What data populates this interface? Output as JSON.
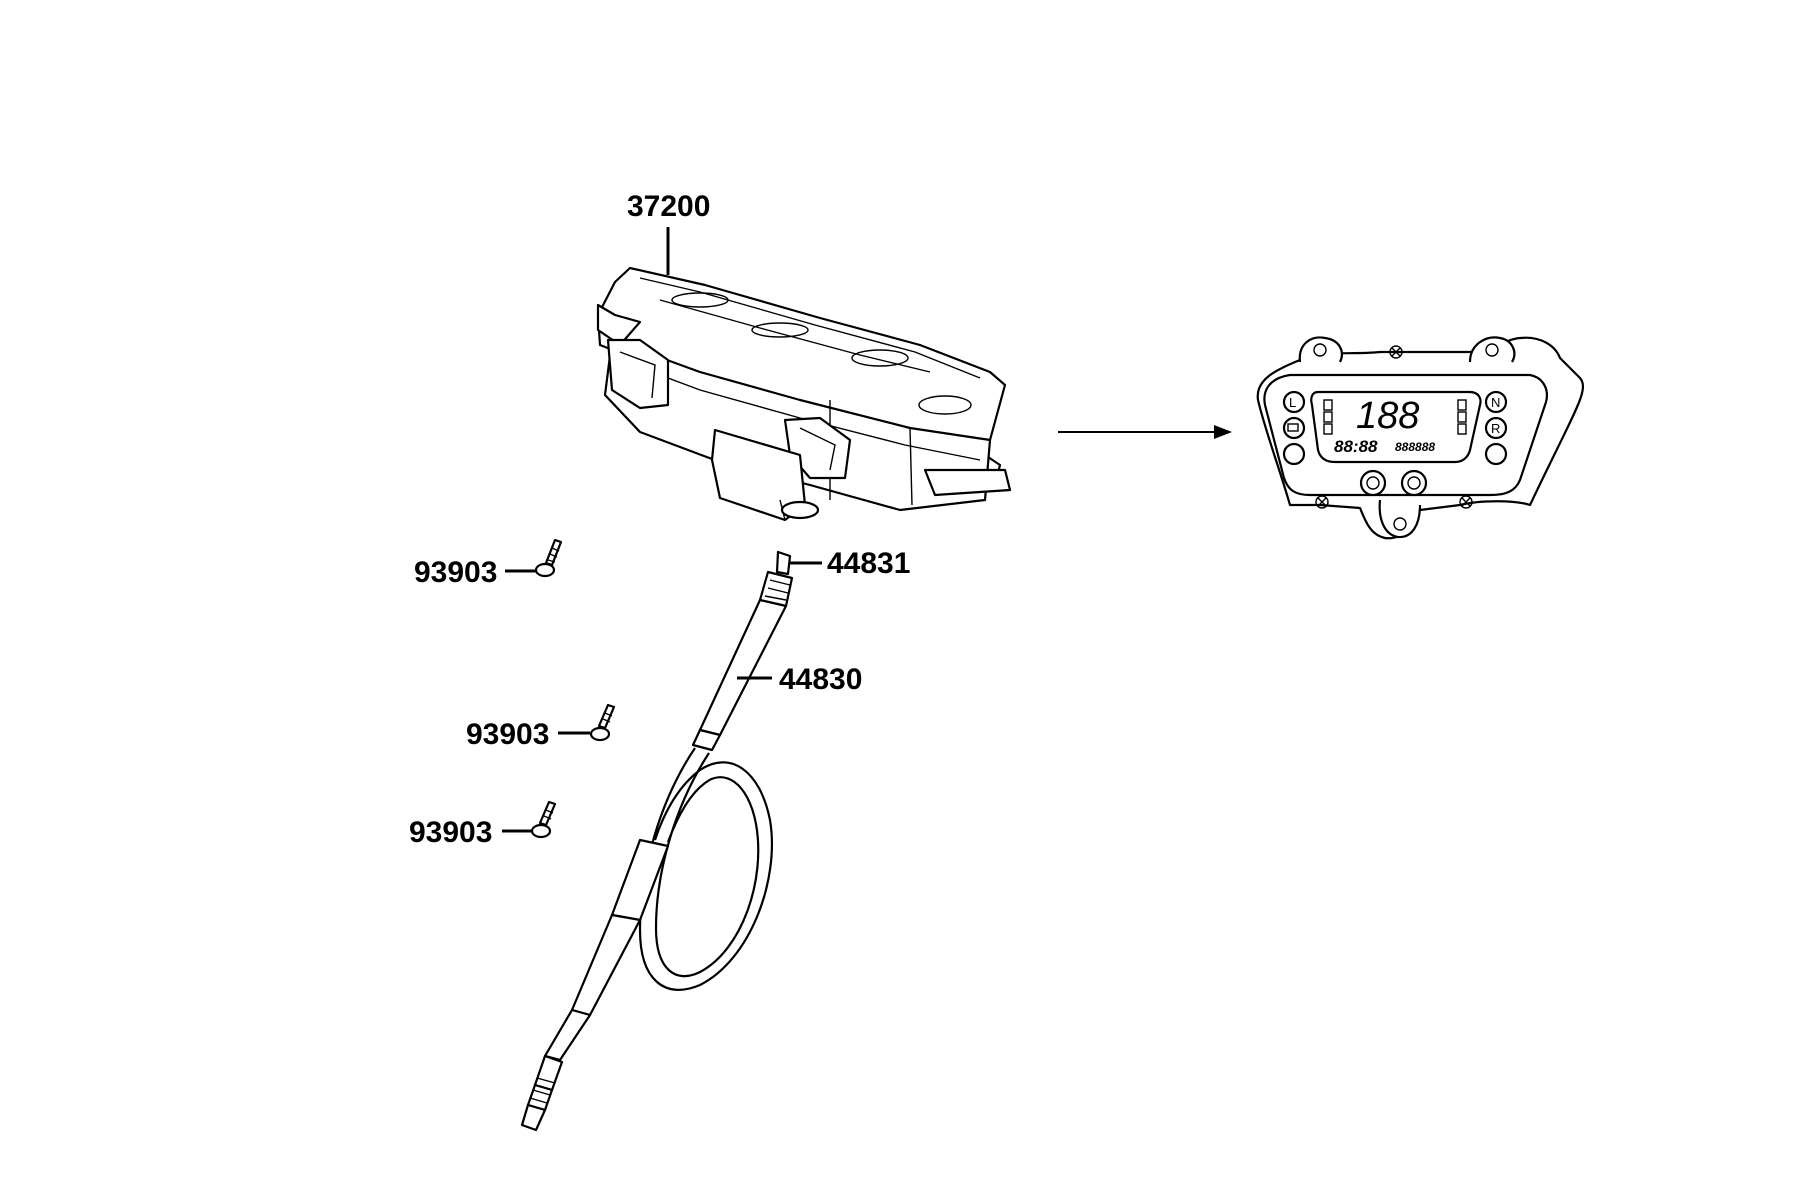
{
  "parts": [
    {
      "id": "meter_assembly",
      "number": "37200"
    },
    {
      "id": "cable_inner",
      "number": "44831"
    },
    {
      "id": "speedometer_cable",
      "number": "44830"
    },
    {
      "id": "screw_1",
      "number": "93903"
    },
    {
      "id": "screw_2",
      "number": "93903"
    },
    {
      "id": "screw_3",
      "number": "93903"
    }
  ],
  "display": {
    "speed_digits": "188",
    "clock_digits": "88:88",
    "odometer_digits": "888888",
    "indicator_left_top": "L",
    "indicator_right_top": "N",
    "indicator_right_mid": "R"
  }
}
